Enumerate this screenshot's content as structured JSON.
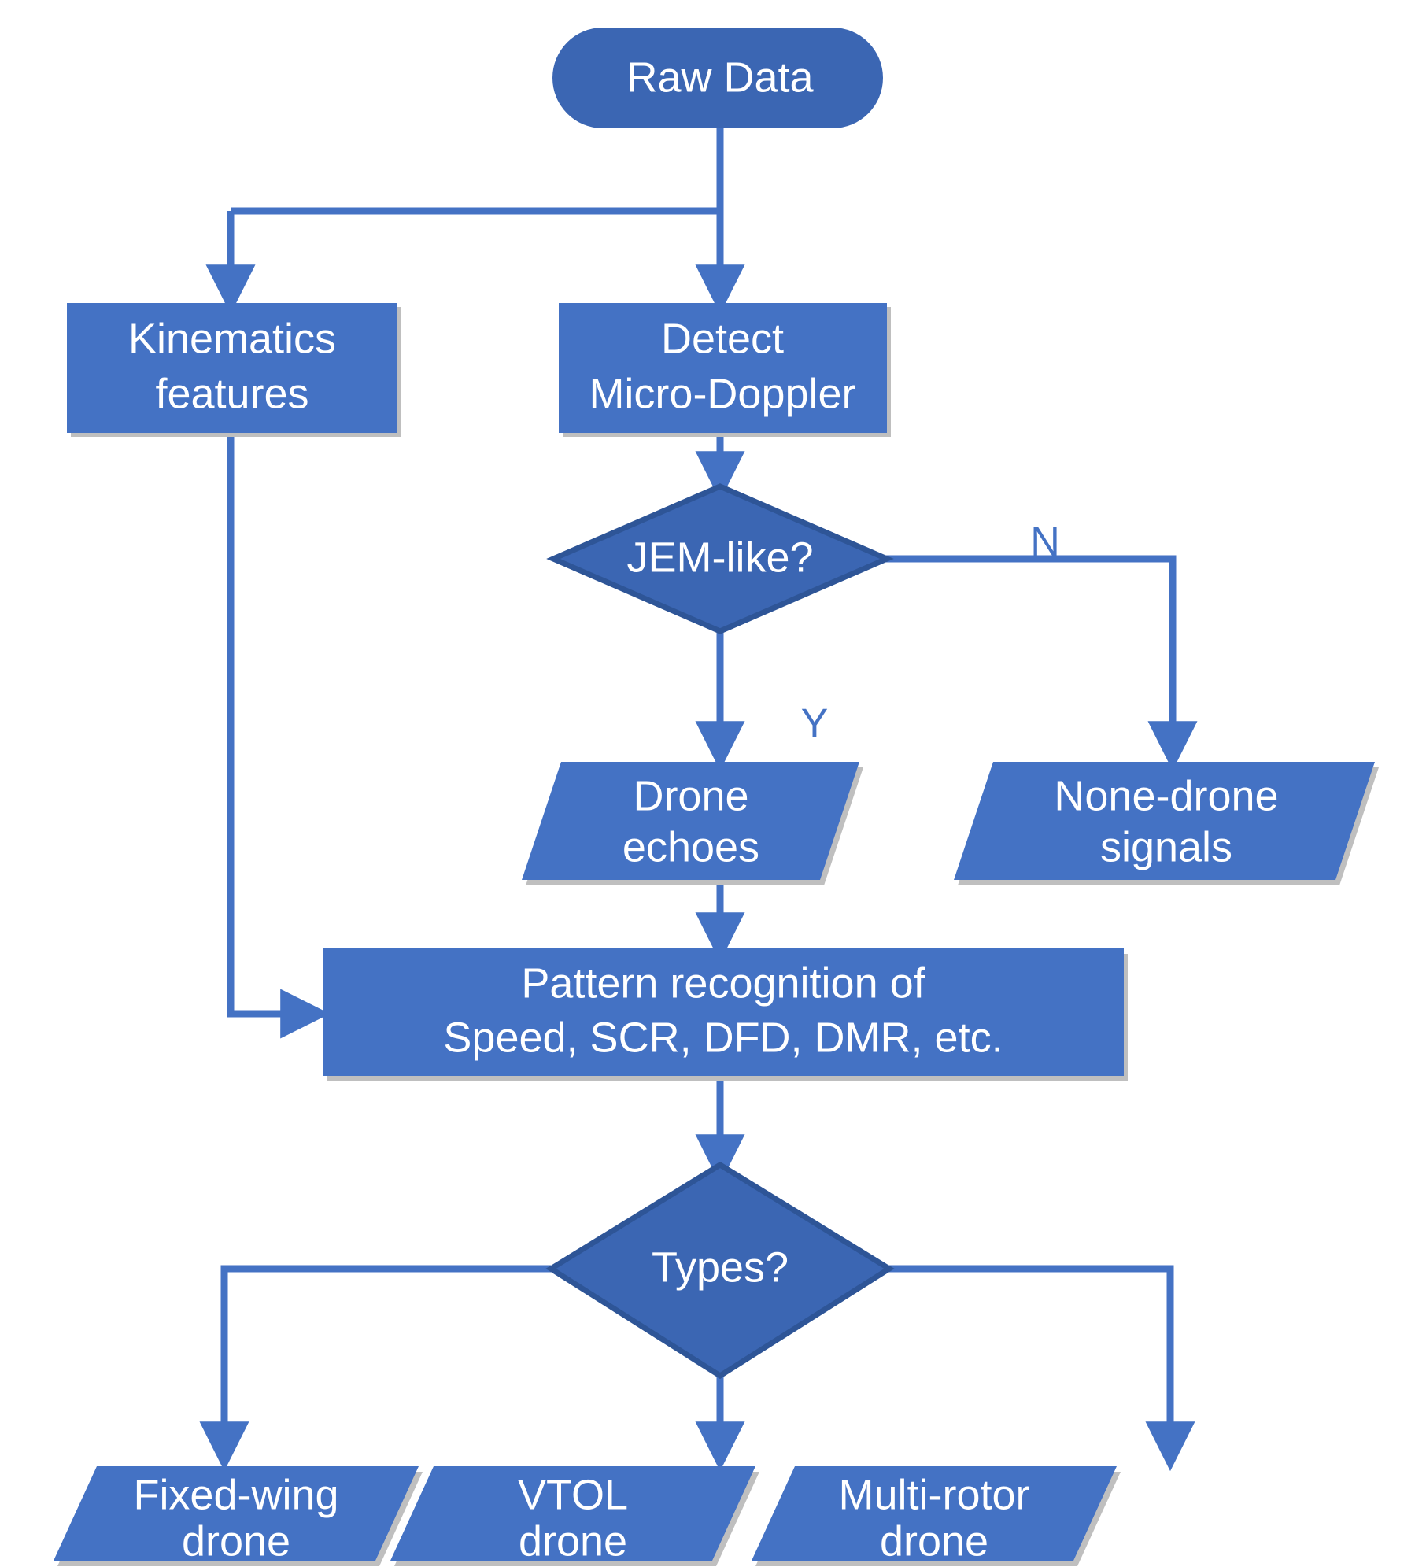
{
  "diagram": {
    "title": "Drone detection and classification flowchart",
    "type": "flowchart",
    "colors": {
      "node_fill": "#4472C4",
      "terminator_fill": "#3B66B3",
      "terminator_border": "#2E5597",
      "decision_fill": "#3B66B3",
      "decision_border": "#2E5597",
      "connector": "#4472C4",
      "shadow": "#BFBFBF",
      "text": "#FFFFFF",
      "label_text": "#4472C4",
      "background": "#FFFFFF"
    }
  },
  "nodes": {
    "raw_data": {
      "label": "Raw Data",
      "shape": "terminator"
    },
    "kinematics": {
      "line1": "Kinematics",
      "line2": "features",
      "shape": "process"
    },
    "detect": {
      "line1": "Detect",
      "line2": "Micro-Doppler",
      "shape": "process"
    },
    "jem_decision": {
      "label": "JEM-like?",
      "shape": "decision"
    },
    "drone_echoes": {
      "line1": "Drone",
      "line2": "echoes",
      "shape": "data"
    },
    "none_drone": {
      "line1": "None-drone",
      "line2": "signals",
      "shape": "data"
    },
    "pattern": {
      "line1": "Pattern recognition of",
      "line2": "Speed, SCR, DFD, DMR, etc.",
      "shape": "process"
    },
    "types_decision": {
      "label": "Types?",
      "shape": "decision"
    },
    "fixed_wing": {
      "line1": "Fixed-wing",
      "line2": "drone",
      "shape": "data"
    },
    "vtol": {
      "line1": "VTOL",
      "line2": "drone",
      "shape": "data"
    },
    "multi_rotor": {
      "line1": "Multi-rotor",
      "line2": "drone",
      "shape": "data"
    }
  },
  "edge_labels": {
    "jem_no": "N",
    "jem_yes": "Y"
  }
}
